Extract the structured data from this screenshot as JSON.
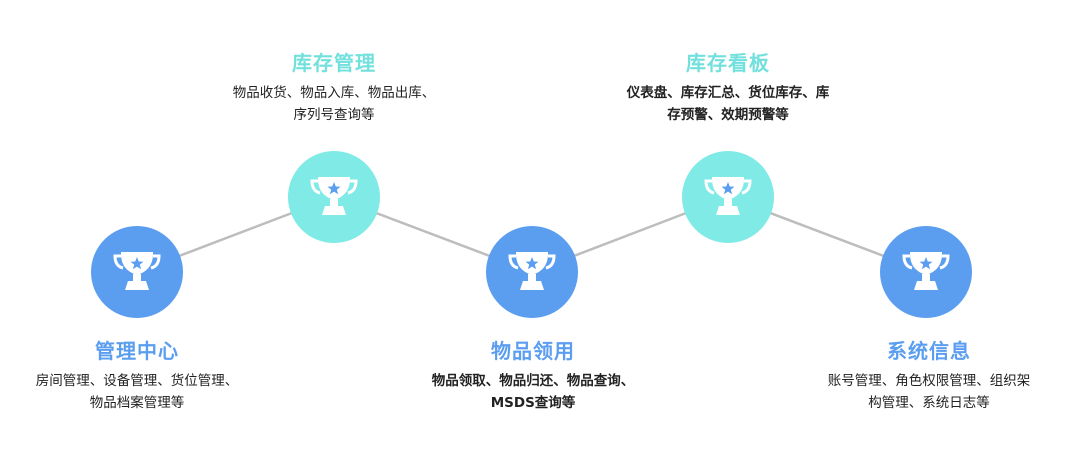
{
  "colors": {
    "blue": "#5b9ef0",
    "cyan": "#7feae6",
    "cyan_title": "#72e0dc",
    "connector": "#bdbdbd",
    "text": "#222222"
  },
  "icon": "trophy-star-icon",
  "modules": [
    {
      "title": "管理中心",
      "desc_lines": [
        "房间管理、设备管理、货位管理、",
        "物品档案管理等"
      ]
    },
    {
      "title": "库存管理",
      "desc_lines": [
        "物品收货、物品入库、物品出库、",
        "序列号查询等"
      ]
    },
    {
      "title": "物品领用",
      "desc_lines": [
        "物品领取、物品归还、物品查询、",
        "MSDS查询等"
      ]
    },
    {
      "title": "库存看板",
      "desc_lines": [
        "仪表盘、库存汇总、货位库存、库",
        "存预警、效期预警等"
      ]
    },
    {
      "title": "系统信息",
      "desc_lines": [
        "账号管理、角色权限管理、组织架",
        "构管理、系统日志等"
      ]
    }
  ]
}
